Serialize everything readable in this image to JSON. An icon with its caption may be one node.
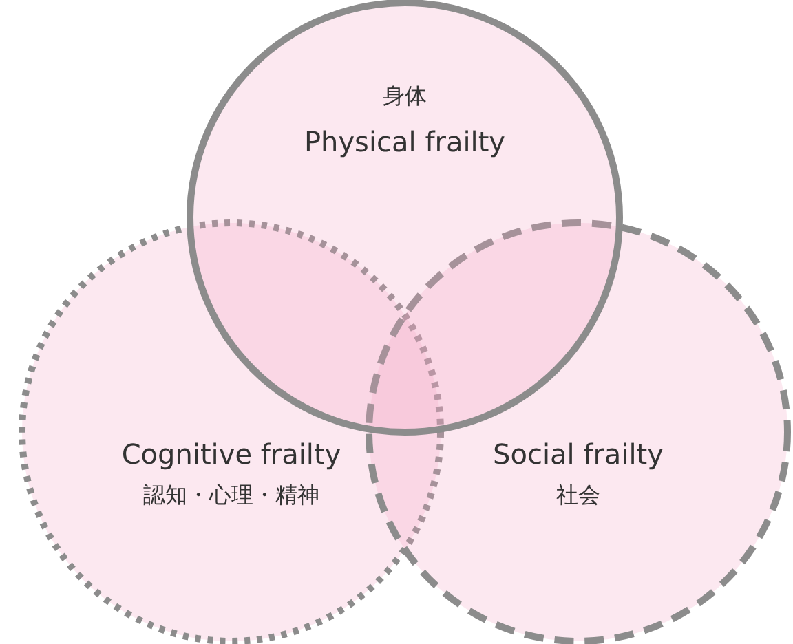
{
  "diagram": {
    "nodes": [
      {
        "text": [
          "身体",
          "Physical frailty"
        ]
      },
      {
        "text": [
          "Cognitive frailty",
          "認知・心理・精神"
        ]
      },
      {
        "text": [
          "Social frailty",
          "社会"
        ]
      }
    ]
  }
}
